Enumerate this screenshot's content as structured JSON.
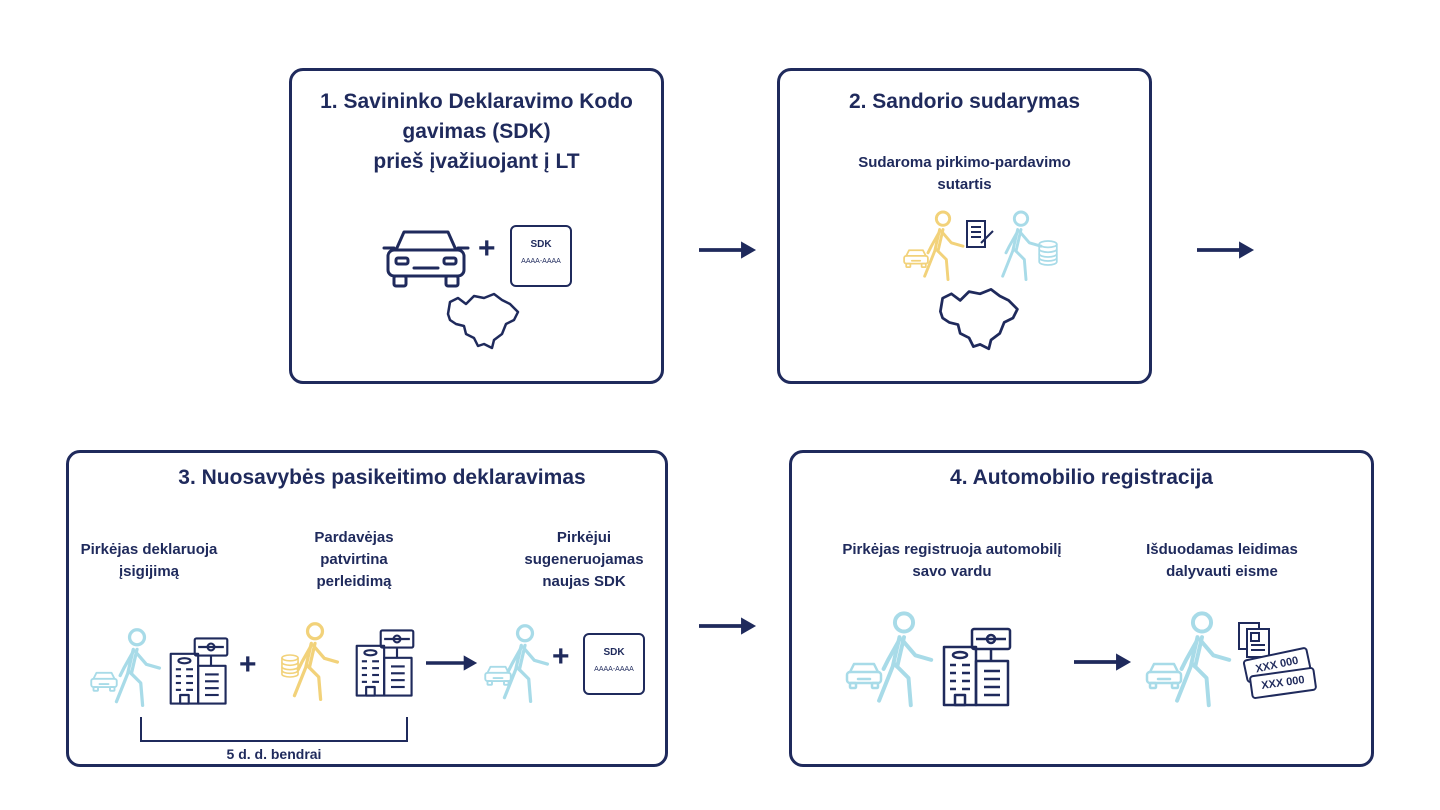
{
  "colors": {
    "navy": "#1f2a5c",
    "light_blue": "#a8dbe8",
    "yellow": "#f2d27a"
  },
  "step1": {
    "title_line1": "1. Savininko Deklaravimo Kodo",
    "title_line2": "gavimas (SDK)",
    "title_line3": "prieš įvažiuojant į LT",
    "sdk_label": "SDK",
    "sdk_code": "AAAA-AAAA",
    "icons": [
      "car-icon",
      "plus-icon",
      "sdk-card-icon",
      "lithuania-map-icon"
    ]
  },
  "step2": {
    "title": "2. Sandorio sudarymas",
    "caption_line1": "Sudaroma pirkimo-pardavimo",
    "caption_line2": "sutartis",
    "icons": [
      "seller-with-car-icon",
      "contract-document-icon",
      "buyer-with-coins-icon",
      "lithuania-map-icon"
    ]
  },
  "step3": {
    "title": "3. Nuosavybės pasikeitimo deklaravimas",
    "col1_line1": "Pirkėjas deklaruoja",
    "col1_line2": "įsigijimą",
    "col2_line1": "Pardavėjas",
    "col2_line2": "patvirtina",
    "col2_line3": "perleidimą",
    "col3_line1": "Pirkėjui",
    "col3_line2": "sugeneruojamas",
    "col3_line3": "naujas  SDK",
    "sdk_label": "SDK",
    "sdk_code": "AAAA-AAAA",
    "bracket_label": "5 d. d. bendrai"
  },
  "step4": {
    "title": "4. Automobilio registracija",
    "col1_line1": "Pirkėjas registruoja automobilį",
    "col1_line2": "savo vardu",
    "col2_line1": "Išduodamas leidimas",
    "col2_line2": "dalyvauti eisme",
    "plate1": "XXX 000",
    "plate2": "XXX 000"
  }
}
